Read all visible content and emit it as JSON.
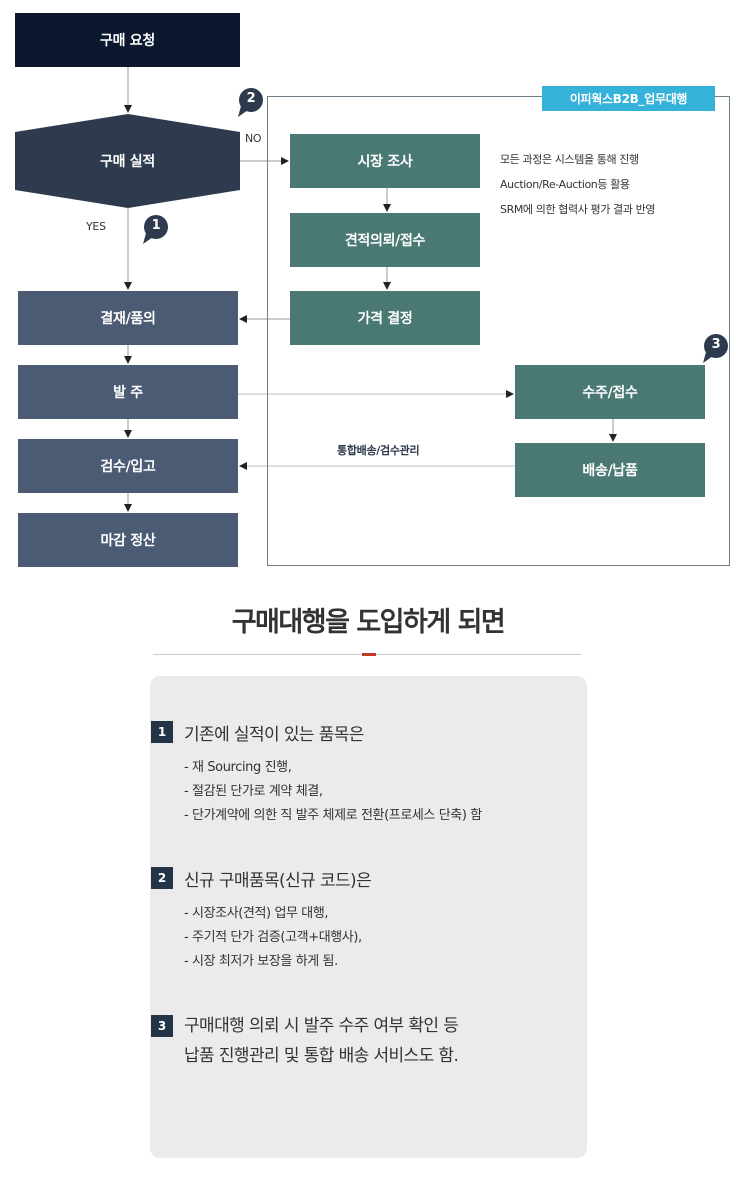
{
  "flow": {
    "request": "구매 요청",
    "decision": "구매 실적",
    "no_label": "NO",
    "yes_label": "YES",
    "badge1": "1",
    "badge2": "2",
    "badge3": "3",
    "left_steps": [
      "결재/품의",
      "발 주",
      "검수/입고",
      "마감 정산"
    ],
    "frame_title": "이피웍스B2B_업무대행",
    "vendor_steps": [
      "시장 조사",
      "견적의뢰/접수",
      "가격 결정"
    ],
    "notes": [
      "모든 과정은 시스템을 통해 진행",
      "Auction/Re-Auction등 활용",
      "SRM에 의한 협력사 평가 결과 반영"
    ],
    "order_steps": [
      "수주/접수",
      "배송/납품"
    ],
    "delivery_label": "통합배송/검수관리"
  },
  "section": {
    "title": "구매대행을 도입하게 되면",
    "items": [
      {
        "num": "1",
        "heading": "기존에 실적이 있는 품목은",
        "bullets": [
          "- 재 Sourcing  진행,",
          "- 절감된 단가로 계약 체결,",
          "- 단가계약에 의한 직 발주  체제로 전환(프로세스 단축) 함"
        ]
      },
      {
        "num": "2",
        "heading": "신규 구매품목(신규 코드)은",
        "bullets": [
          "- 시장조사(견적) 업무 대행,",
          "- 주기적 단가 검증(고객+대행사),",
          "- 시장 최저가 보장을 하게 됨."
        ]
      },
      {
        "num": "3",
        "heading_lines": [
          "구매대행 의뢰 시 발주 수주  여부 확인 등",
          "납품 진행관리 및 통합 배송 서비스도 함."
        ]
      }
    ]
  },
  "colors": {
    "dark_navy": "#0c1830",
    "slate": "#4a5b73",
    "teal": "#4a7873",
    "tag_blue": "#35b2d9",
    "accent_red": "#c0392b"
  }
}
